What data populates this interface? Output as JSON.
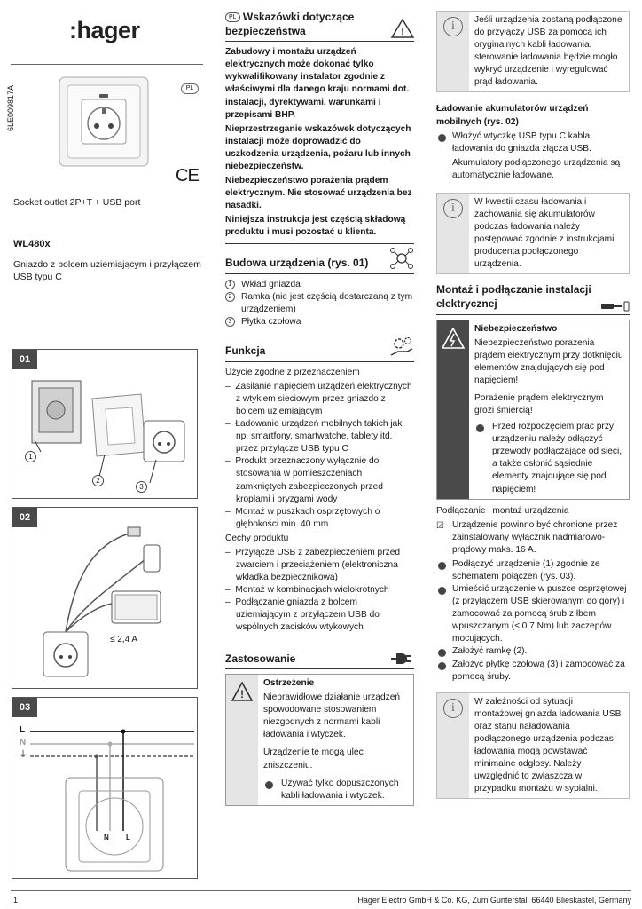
{
  "logo": {
    "text": "hager"
  },
  "doc_code": "6LE009817A",
  "lang_badge": "PL",
  "ce_mark": "CE",
  "product_en": "Socket outlet 2P+T + USB port",
  "product_code": "WL480x",
  "product_pl": "Gniazdo z bolcem uziemiającym i przyłączem USB typu C",
  "figures": {
    "f1": {
      "label": "01",
      "callouts": [
        "1",
        "2",
        "3"
      ]
    },
    "f2": {
      "label": "02",
      "current": "≤ 2,4 A"
    },
    "f3": {
      "label": "03",
      "lines": [
        "L",
        "N",
        "⏚"
      ],
      "terms": [
        "N",
        "L"
      ]
    }
  },
  "safety": {
    "badge": "PL",
    "title": "Wskazówki dotyczące bezpieczeństwa",
    "paras": [
      "Zabudowy i montażu urządzeń elektrycznych może dokonać tylko wykwalifikowany instalator zgodnie z właściwymi dla danego kraju normami dot. instalacji, dyrektywami, warunkami i przepisami BHP.",
      "Nieprzestrzeganie wskazówek dotyczących instalacji może doprowadzić do uszkodzenia urządzenia, pożaru lub innych niebezpieczeństw.",
      "Niebezpieczeństwo porażenia prądem elektrycznym. Nie stosować urządzenia bez nasadki.",
      "Niniejsza instrukcja jest częścią składową produktu i musi pozostać u klienta."
    ]
  },
  "structure": {
    "title": "Budowa urządzenia (rys. 01)",
    "items": [
      {
        "n": "1",
        "t": "Wkład gniazda"
      },
      {
        "n": "2",
        "t": "Ramka (nie jest częścią dostarczaną z tym urządzeniem)"
      },
      {
        "n": "3",
        "t": "Płytka czołowa"
      }
    ]
  },
  "function": {
    "title": "Funkcja",
    "intended": "Użycie zgodne z przeznaczeniem",
    "uses": [
      "Zasilanie napięciem urządzeń elektrycznych z wtykiem sieciowym przez gniazdo z bolcem uziemiającym",
      "Ładowanie urządzeń mobilnych takich jak np. smartfony, smartwatche, tablety itd. przez przyłącze USB typu C",
      "Produkt przeznaczony wyłącznie do stosowania w pomieszczeniach zamkniętych zabezpieczonych przed kroplami i bryzgami wody",
      "Montaż w puszkach osprzętowych o głębokości min. 40 mm"
    ],
    "features_title": "Cechy produktu",
    "features": [
      "Przyłącze USB z zabezpieczeniem przed zwarciem i przeciążeniem (elektroniczna wkładka bezpiecznikowa)",
      "Montaż w kombinacjach wielokrotnych",
      "Podłączanie gniazda z bolcem uziemiającym z przyłączem USB do wspólnych zacisków wtykowych"
    ]
  },
  "application": {
    "title": "Zastosowanie",
    "warn_title": "Ostrzeżenie",
    "warn_p1": "Nieprawidłowe działanie urządzeń spowodowane stosowaniem niezgodnych z normami kabli ładowania i wtyczek.",
    "warn_p2": "Urządzenie te mogą ulec zniszczeniu.",
    "warn_bullet": "Używać tylko dopuszczonych kabli ładowania i wtyczek."
  },
  "col3": {
    "note1": "Jeśli urządzenia zostaną podłączone do przyłączy USB za pomocą ich oryginalnych kabli ładowania, sterowanie ładowania będzie mogło wykryć urządzenie i wyregulować prąd ładowania.",
    "charge_title": "Ładowanie akumulatorów urządzeń mobilnych (rys. 02)",
    "charge_bullet": "Włożyć wtyczkę USB typu C kabla ładowania do gniazda złącza USB.",
    "charge_text": "Akumulatory podłączonego urządzenia są automatycznie ładowane.",
    "note2": "W kwestii czasu ładowania i zachowania się akumulatorów podczas ładowania należy postępować zgodnie z instrukcjami producenta podłączonego urządzenia.",
    "mount_title": "Montaż i podłączanie instalacji elektrycznej",
    "danger_title": "Niebezpieczeństwo",
    "danger_p1": "Niebezpieczeństwo porażenia prądem elektrycznym przy dotknięciu elementów znajdujących się pod napięciem!",
    "danger_p2": "Porażenie prądem elektrycznym grozi śmiercią!",
    "danger_bullet": "Przed rozpoczęciem prac przy urządzeniu należy odłączyć przewody podłączające od sieci, a także osłonić sąsiednie elementy znajdujące się pod napięciem!",
    "connect_title": "Podłączanie i montaż urządzenia",
    "check": "Urządzenie powinno być chronione przez zainstalowany wyłącznik nadmiarowo-prądowy maks. 16 A.",
    "steps": [
      "Podłączyć urządzenie (1) zgodnie ze schematem połączeń (rys. 03).",
      "Umieścić urządzenie w puszce osprzętowej (z przyłączem USB skierowanym do góry) i zamocować za pomocą śrub z łbem wpuszczanym (≤ 0,7 Nm) lub zaczepów mocujących.",
      "Założyć ramkę (2).",
      "Założyć płytkę czołową (3) i zamocować za pomocą śruby."
    ],
    "note3": "W zależności od sytuacji montażowej gniazda ładowania USB oraz stanu naładowania podłączonego urządzenia podczas ładowania mogą powstawać minimalne odgłosy. Należy uwzględnić to zwłaszcza w przypadku montażu w sypialni."
  },
  "footer": {
    "page": "1",
    "company": "Hager Electro GmbH & Co. KG, Zum Gunterstal, 66440 Blieskastel, Germany"
  }
}
